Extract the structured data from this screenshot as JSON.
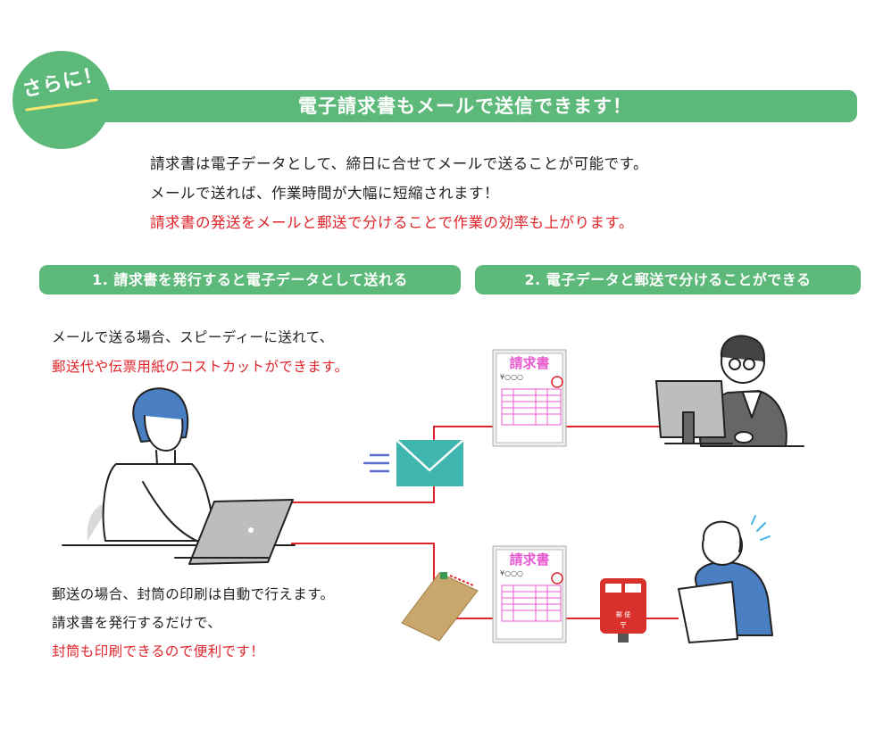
{
  "badge": {
    "label": "さらに！"
  },
  "banner": {
    "title": "電子請求書もメールで送信できます！"
  },
  "intro": {
    "line1": "請求書は電子データとして、締日に合せてメールで送ることが可能です。",
    "line2": "メールで送れば、作業時間が大幅に短縮されます！",
    "line3": "請求書の発送をメールと郵送で分けることで作業の効率も上がります。"
  },
  "sections": [
    {
      "label": "1. 請求書を発行すると電子データとして送れる"
    },
    {
      "label": "2. 電子データと郵送で分けることができる"
    }
  ],
  "email_text": {
    "line1": "メールで送る場合、スピーディーに送れて、",
    "line2": "郵送代や伝票用紙のコストカットができます。"
  },
  "mail_text": {
    "line1": "郵送の場合、封筒の印刷は自動で行えます。",
    "line2": "請求書を発行するだけで、",
    "line3": "封筒も印刷できるので便利です！"
  },
  "invoice": {
    "title": "請求書",
    "amount": "¥○○○"
  },
  "postbox": {
    "label1": "郵 便",
    "label2": "〒"
  },
  "colors": {
    "green": "#5db97a",
    "red": "#e0242b",
    "pink": "#e85bd0"
  }
}
